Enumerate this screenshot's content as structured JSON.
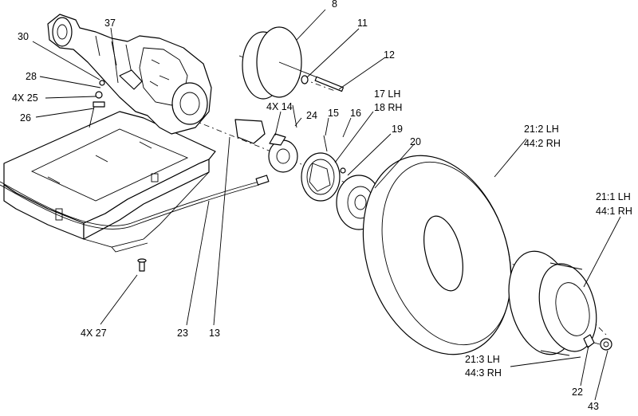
{
  "callouts": {
    "c8": "8",
    "c11": "11",
    "c12": "12",
    "c37": "37",
    "c30": "30",
    "c28": "28",
    "c25": "4X 25",
    "c26": "26",
    "c14": "4X 14",
    "c24": "24",
    "c15": "15",
    "c16": "16",
    "c17": "17 LH",
    "c18": "18 RH",
    "c19": "19",
    "c20": "20",
    "c21_2": "21:2 LH",
    "c44_2": "44:2 RH",
    "c21_1": "21:1 LH",
    "c44_1": "44:1 RH",
    "c21_3": "21:3 LH",
    "c44_3": "44:3 RH",
    "c22": "22",
    "c43": "43",
    "c27": "4X 27",
    "c23": "23",
    "c13": "13"
  }
}
